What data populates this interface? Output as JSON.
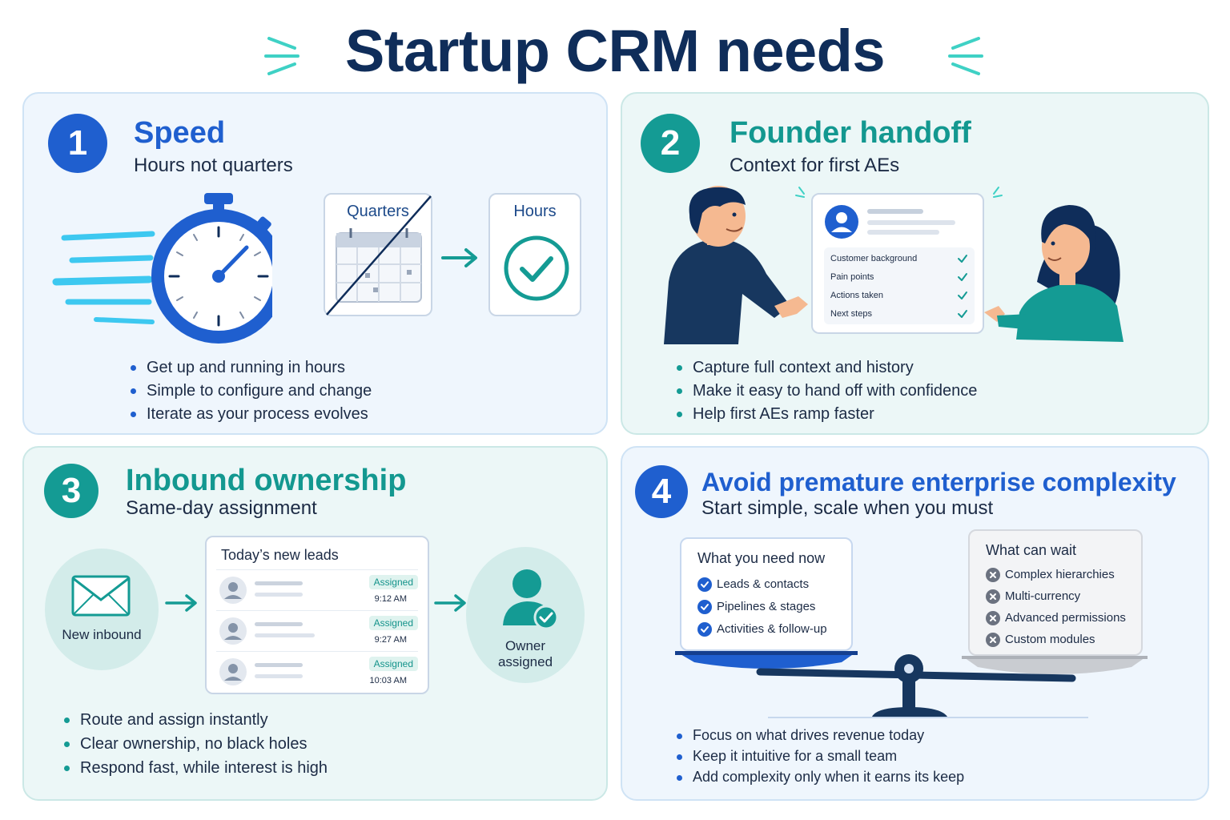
{
  "title": "Startup CRM needs",
  "colors": {
    "blue": "#1f5fcf",
    "teal": "#149b94",
    "navy": "#0f2d5a"
  },
  "cards": [
    {
      "number": "1",
      "heading": "Speed",
      "subheading": "Hours not quarters",
      "icons": [
        "stopwatch-icon",
        "calendar-icon",
        "arrow-right-icon",
        "check-circle-icon"
      ],
      "labels": {
        "quarters": "Quarters",
        "hours": "Hours"
      },
      "bullets": [
        "Get up and running in hours",
        "Simple to configure and change",
        "Iterate as your process evolves"
      ]
    },
    {
      "number": "2",
      "heading": "Founder handoff",
      "subheading": "Context for first AEs",
      "icons": [
        "founder-illustration",
        "ae-illustration",
        "user-avatar-icon",
        "check-icon"
      ],
      "checklist": [
        "Customer background",
        "Pain points",
        "Actions taken",
        "Next steps"
      ],
      "bullets": [
        "Capture full context and history",
        "Make it easy to hand off with confidence",
        "Help first AEs ramp faster"
      ]
    },
    {
      "number": "3",
      "heading": "Inbound ownership",
      "subheading": "Same-day assignment",
      "icons": [
        "envelope-icon",
        "arrow-right-icon",
        "owner-icon"
      ],
      "new_inbound": "New inbound",
      "leads_title": "Today’s new leads",
      "leads": [
        {
          "badge": "Assigned",
          "time": "9:12 AM"
        },
        {
          "badge": "Assigned",
          "time": "9:27 AM"
        },
        {
          "badge": "Assigned",
          "time": "10:03 AM"
        }
      ],
      "owner_label_1": "Owner",
      "owner_label_2": "assigned",
      "bullets": [
        "Route and assign instantly",
        "Clear ownership, no black holes",
        "Respond fast, while interest is high"
      ]
    },
    {
      "number": "4",
      "heading": "Avoid premature enterprise complexity",
      "subheading": "Start simple, scale when you must",
      "icons": [
        "balance-scale-icon",
        "check-circle-icon",
        "x-circle-icon"
      ],
      "need_now_title": "What you need now",
      "need_now": [
        "Leads & contacts",
        "Pipelines & stages",
        "Activities & follow-up"
      ],
      "can_wait_title": "What can wait",
      "can_wait": [
        "Complex hierarchies",
        "Multi-currency",
        "Advanced permissions",
        "Custom modules"
      ],
      "bullets": [
        "Focus on what drives revenue today",
        "Keep it intuitive for a small team",
        "Add complexity only when it earns its keep"
      ]
    }
  ]
}
